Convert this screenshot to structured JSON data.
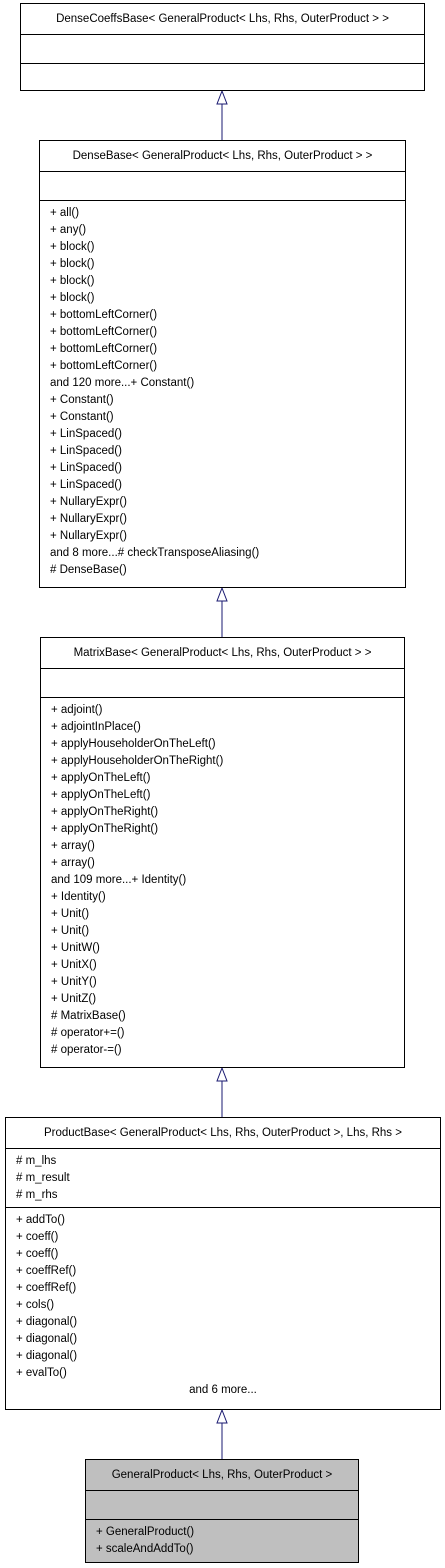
{
  "diagram": {
    "classes": [
      {
        "id": "densecoeffsbase",
        "title": "DenseCoeffsBase< GeneralProduct< Lhs, Rhs, OuterProduct > >",
        "attributes": [],
        "methods": [],
        "more": ""
      },
      {
        "id": "densebase",
        "title": "DenseBase< GeneralProduct< Lhs, Rhs, OuterProduct > >",
        "attributes": [],
        "methods": [
          "+ all()",
          "+ any()",
          "+ block()",
          "+ block()",
          "+ block()",
          "+ block()",
          "+ bottomLeftCorner()",
          "+ bottomLeftCorner()",
          "+ bottomLeftCorner()",
          "+ bottomLeftCorner()",
          "and 120 more...+ Constant()",
          "+ Constant()",
          "+ Constant()",
          "+ LinSpaced()",
          "+ LinSpaced()",
          "+ LinSpaced()",
          "+ LinSpaced()",
          "+ NullaryExpr()",
          "+ NullaryExpr()",
          "+ NullaryExpr()",
          "and 8 more...# checkTransposeAliasing()",
          "# DenseBase()"
        ],
        "more": ""
      },
      {
        "id": "matrixbase",
        "title": "MatrixBase< GeneralProduct< Lhs, Rhs, OuterProduct > >",
        "attributes": [],
        "methods": [
          "+ adjoint()",
          "+ adjointInPlace()",
          "+ applyHouseholderOnTheLeft()",
          "+ applyHouseholderOnTheRight()",
          "+ applyOnTheLeft()",
          "+ applyOnTheLeft()",
          "+ applyOnTheRight()",
          "+ applyOnTheRight()",
          "+ array()",
          "+ array()",
          "and 109 more...+ Identity()",
          "+ Identity()",
          "+ Unit()",
          "+ Unit()",
          "+ UnitW()",
          "+ UnitX()",
          "+ UnitY()",
          "+ UnitZ()",
          "# MatrixBase()",
          "# operator+=()",
          "# operator-=()"
        ],
        "more": ""
      },
      {
        "id": "productbase",
        "title": "ProductBase< GeneralProduct< Lhs, Rhs, OuterProduct >, Lhs, Rhs >",
        "attributes": [
          "# m_lhs",
          "# m_result",
          "# m_rhs"
        ],
        "methods": [
          "+ addTo()",
          "+ coeff()",
          "+ coeff()",
          "+ coeffRef()",
          "+ coeffRef()",
          "+ cols()",
          "+ diagonal()",
          "+ diagonal()",
          "+ diagonal()",
          "+ evalTo()"
        ],
        "more": "and 6 more..."
      },
      {
        "id": "generalproduct",
        "title": "GeneralProduct< Lhs, Rhs, OuterProduct >",
        "attributes": [],
        "methods": [
          "+ GeneralProduct()",
          "+ scaleAndAddTo()"
        ],
        "more": ""
      }
    ],
    "edges": [
      {
        "from": "densebase",
        "to": "densecoeffsbase",
        "type": "inheritance"
      },
      {
        "from": "matrixbase",
        "to": "densebase",
        "type": "inheritance"
      },
      {
        "from": "productbase",
        "to": "matrixbase",
        "type": "inheritance"
      },
      {
        "from": "generalproduct",
        "to": "productbase",
        "type": "inheritance"
      }
    ]
  },
  "colors": {
    "target_fill": "#bfbfbf",
    "node_fill": "#ffffff",
    "edge": "#191970"
  }
}
